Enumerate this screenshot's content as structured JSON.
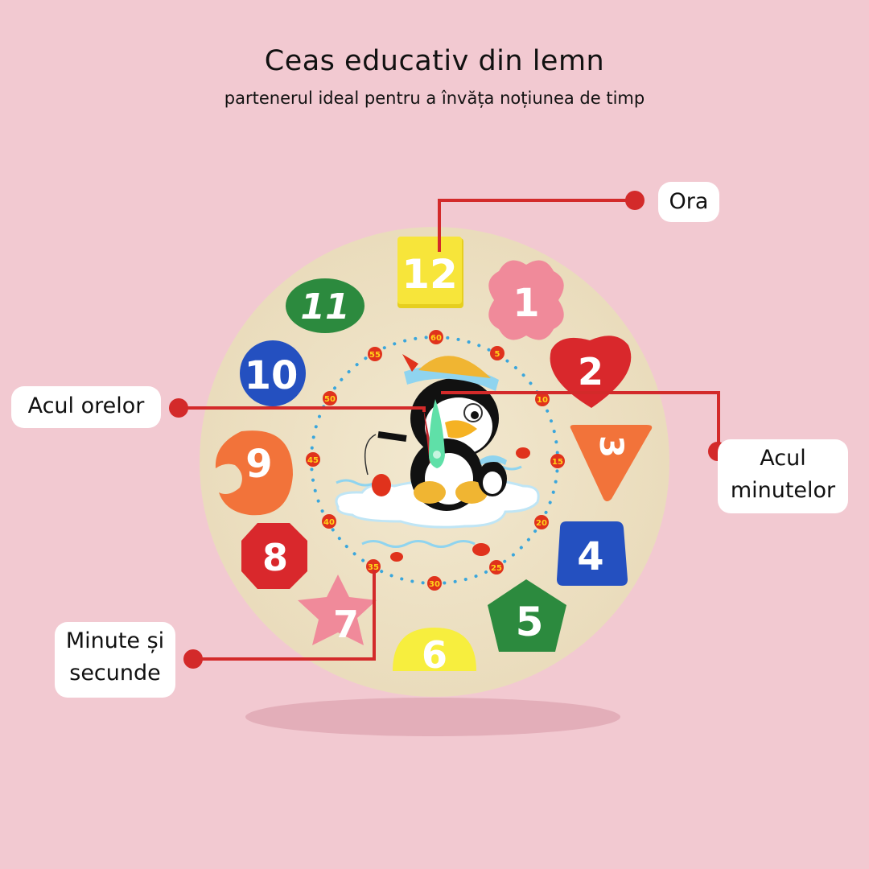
{
  "header": {
    "title": "Ceas educativ din lemn",
    "subtitle": "partenerul ideal pentru a învăța noțiunea de timp"
  },
  "labels": {
    "hour_label": "Ora",
    "hour_hand": "Acul orelor",
    "minute_hand_line1": "Acul",
    "minute_hand_line2": "minutelor",
    "minutes_seconds_line1": "Minute și",
    "minutes_seconds_line2": "secunde"
  },
  "clock": {
    "hour_blocks": [
      {
        "number": "12",
        "shape": "square",
        "color": "#f7e53a"
      },
      {
        "number": "1",
        "shape": "flower",
        "color": "#f08a9a"
      },
      {
        "number": "2",
        "shape": "heart",
        "color": "#d9282c"
      },
      {
        "number": "3",
        "shape": "triangle",
        "color": "#f2733a"
      },
      {
        "number": "4",
        "shape": "trapezoid",
        "color": "#2450c0"
      },
      {
        "number": "5",
        "shape": "pentagon",
        "color": "#2c8a3e"
      },
      {
        "number": "6",
        "shape": "semicircle",
        "color": "#f7ee3e"
      },
      {
        "number": "7",
        "shape": "star",
        "color": "#f08a9a"
      },
      {
        "number": "8",
        "shape": "octagon",
        "color": "#d9282c"
      },
      {
        "number": "9",
        "shape": "crescent",
        "color": "#f2733a"
      },
      {
        "number": "10",
        "shape": "circle",
        "color": "#2450c0"
      },
      {
        "number": "11",
        "shape": "ellipse",
        "color": "#2c8a3e"
      }
    ],
    "minute_marks": [
      "60",
      "5",
      "10",
      "15",
      "20",
      "25",
      "30",
      "35",
      "40",
      "45",
      "50",
      "55"
    ],
    "accent_color": "#d32a2a",
    "background_color": "#f2c9d1"
  }
}
